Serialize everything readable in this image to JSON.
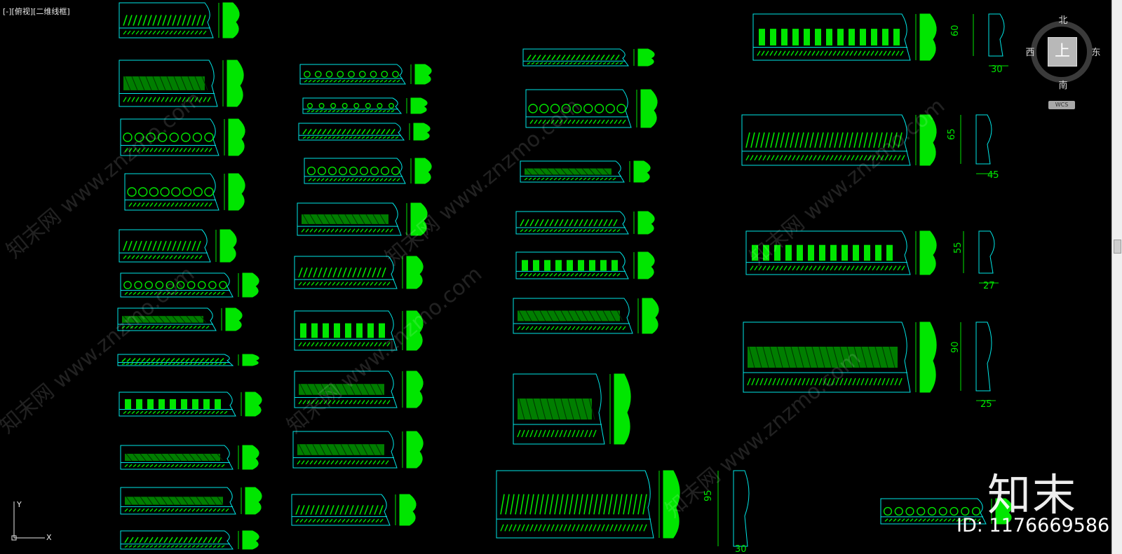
{
  "viewport": {
    "label": "[-][俯视][二维线框]"
  },
  "viewcube": {
    "north": "北",
    "south": "南",
    "west": "西",
    "east": "东",
    "face": "上",
    "wcs": "WCS"
  },
  "ucs": {
    "x": "X",
    "y": "Y"
  },
  "dimensions": [
    "60",
    "30",
    "65",
    "45",
    "55",
    "27",
    "90",
    "25",
    "95",
    "30"
  ],
  "watermarks": [
    "知末网 www.znzmo.com",
    "知末网 www.znzmo.com",
    "知末网 www.znzmo.com",
    "知末网 www.znzmo.com",
    "知末网 www.znzmo.com",
    "知末网 www.znzmo.com"
  ],
  "logo": {
    "text": "知末",
    "id": "ID: 1176669586"
  },
  "colors": {
    "background": "#000000",
    "outline": "#00e6e6",
    "ornament": "#00e600"
  }
}
